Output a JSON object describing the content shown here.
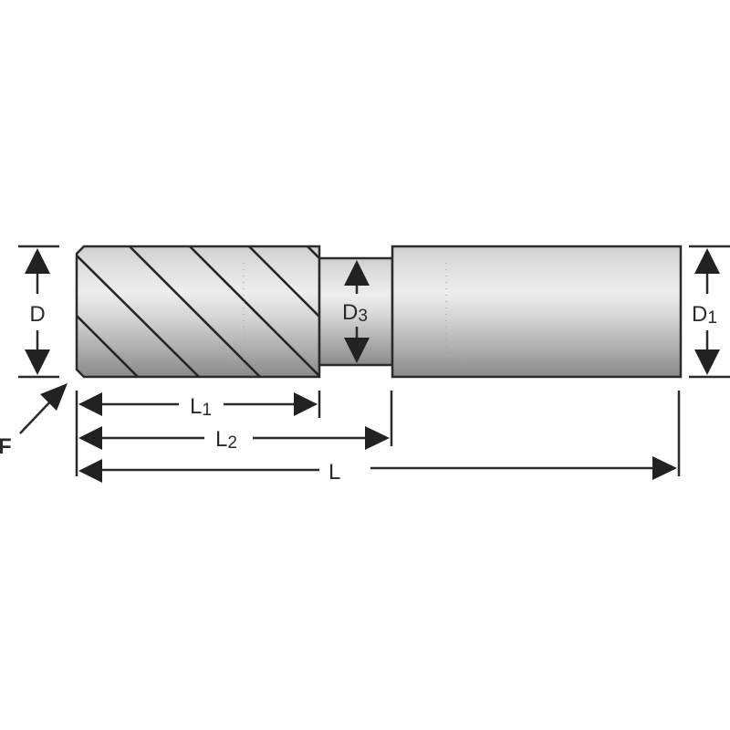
{
  "diagram": {
    "title": "End mill dimension drawing",
    "labels": {
      "D": "D",
      "D1_main": "D",
      "D1_sub": "1",
      "D3_main": "D",
      "D3_sub": "3",
      "L1_main": "L",
      "L1_sub": "1",
      "L2_main": "L",
      "L2_sub": "2",
      "L": "L",
      "F": "F"
    },
    "parts": [
      {
        "name": "fluted-cutting-section",
        "dimension": "D",
        "length": "L1"
      },
      {
        "name": "neck",
        "dimension": "D3",
        "length": "L2"
      },
      {
        "name": "shank",
        "dimension": "D1",
        "length": "L"
      }
    ],
    "colors": {
      "outline": "#2b2b2b",
      "gradient_top": "#d9d9d9",
      "gradient_mid": "#efefef",
      "gradient_bottom": "#8f8f8f",
      "background": "#ffffff"
    }
  }
}
